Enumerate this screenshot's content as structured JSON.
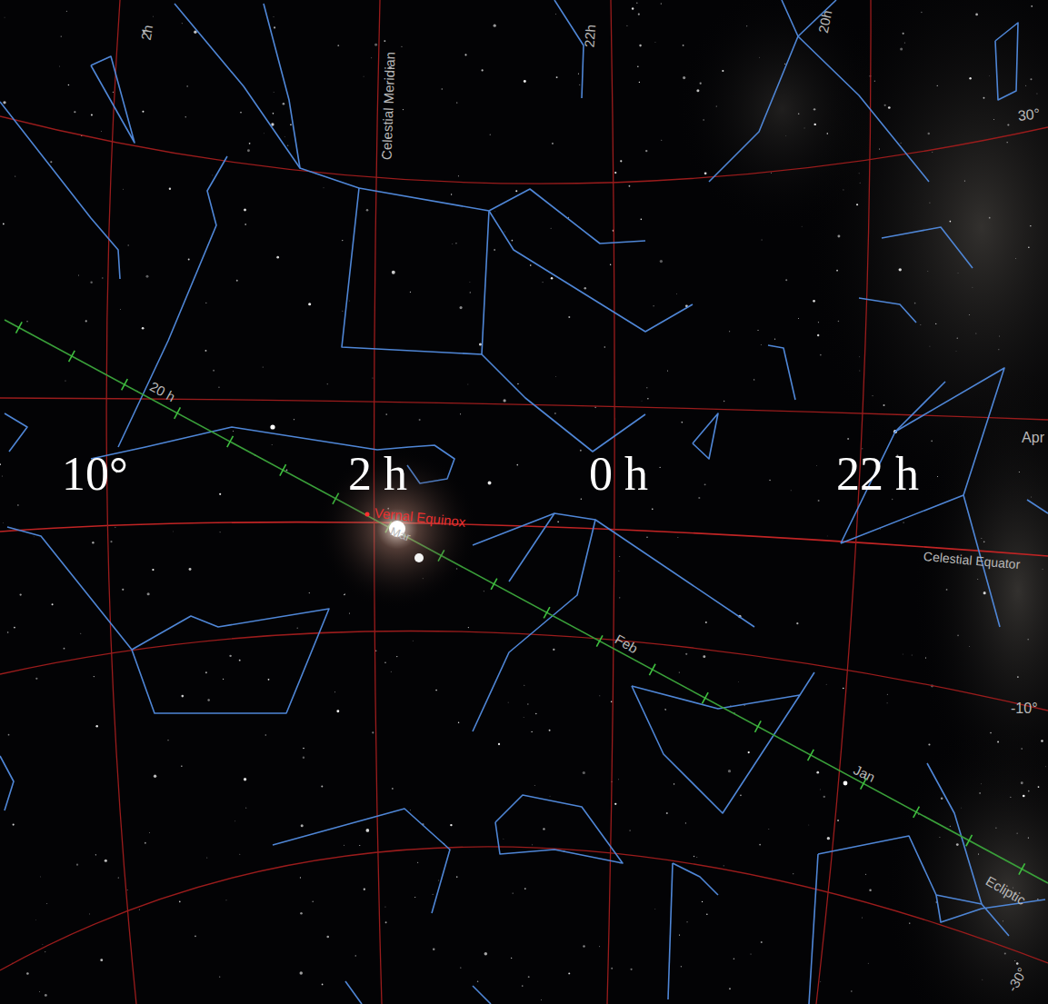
{
  "diagram": {
    "labels": [
      "2h",
      "Celestial Meridian",
      "22h",
      "20h",
      "30°",
      "Apr",
      "10°",
      "2 h",
      "0 h",
      "22 h",
      "20 h",
      "Vernal Equinox",
      "Mar",
      "Celestial Equator",
      "Feb",
      "-10°",
      "Jan",
      "Ecliptic",
      "-30°"
    ]
  }
}
